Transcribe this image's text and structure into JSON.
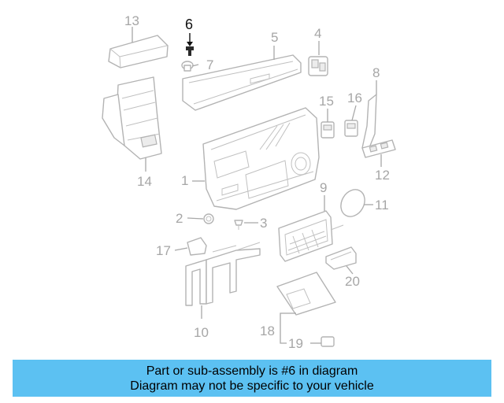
{
  "callouts": {
    "c1": "1",
    "c2": "2",
    "c3": "3",
    "c4": "4",
    "c5": "5",
    "c6": "6",
    "c7": "7",
    "c8": "8",
    "c9": "9",
    "c10": "10",
    "c11": "11",
    "c12": "12",
    "c13": "13",
    "c14": "14",
    "c15": "15",
    "c16": "16",
    "c17": "17",
    "c18": "18",
    "c19": "19",
    "c20": "20"
  },
  "highlight_color": "#000000",
  "banner": {
    "line1": "Part or sub-assembly is #6 in diagram",
    "line2": "Diagram may not be specific to your vehicle",
    "color": "#5cc1f2"
  }
}
